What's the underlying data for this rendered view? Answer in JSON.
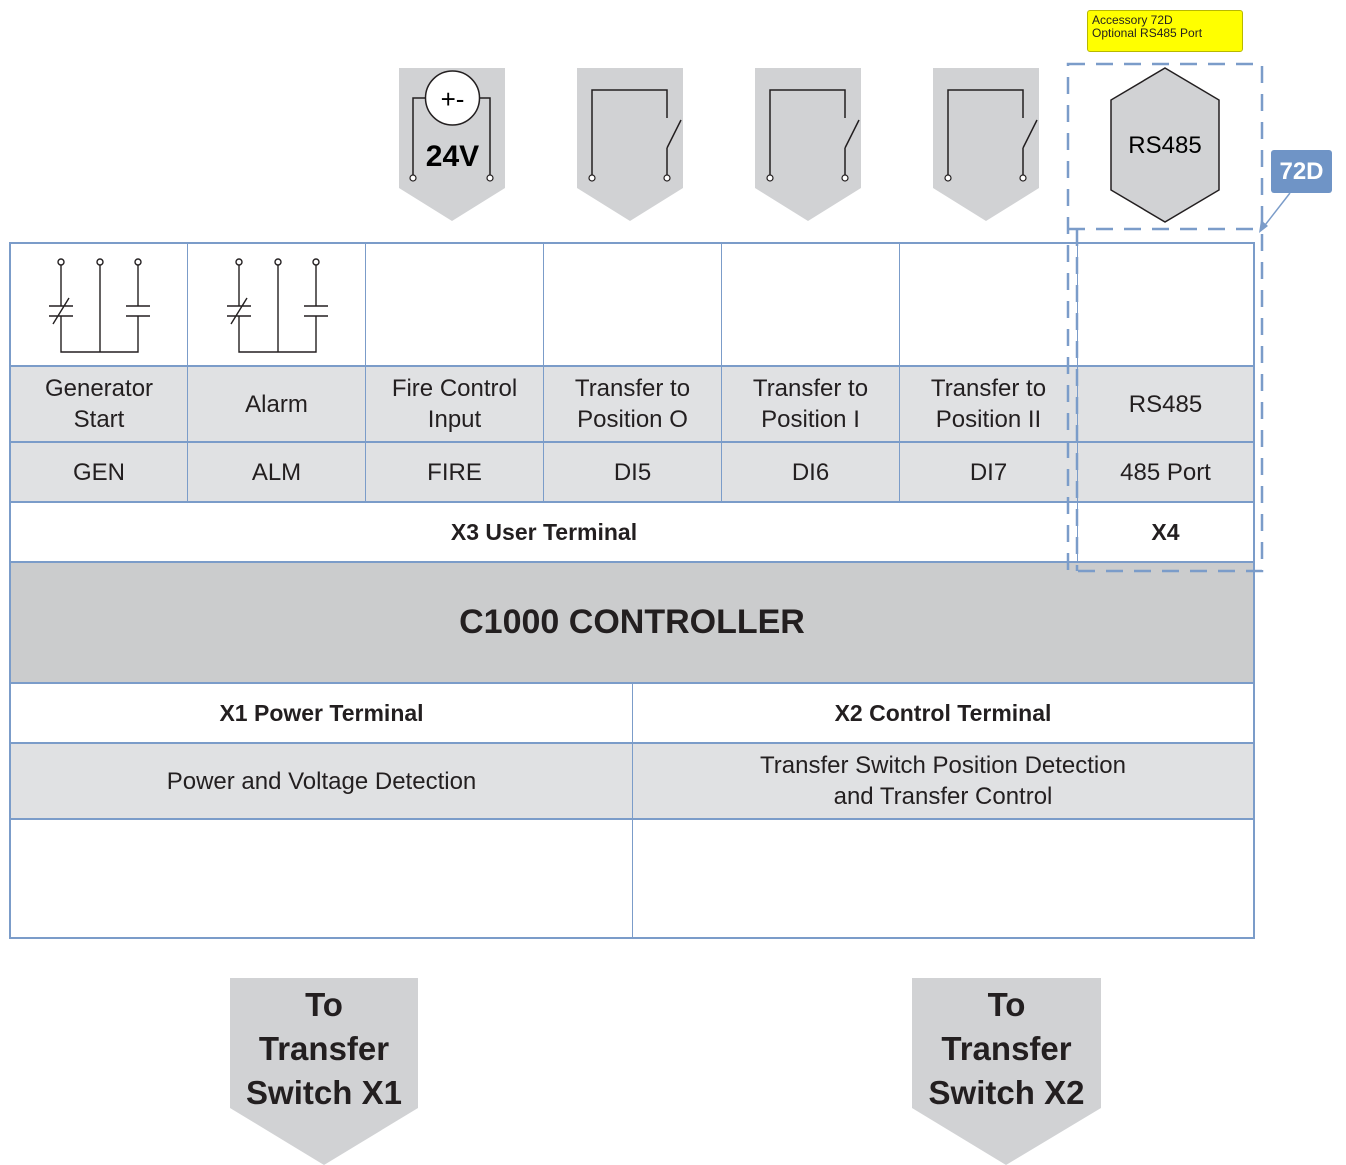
{
  "accessory_note": {
    "line1": "Accessory 72D",
    "line2": "Optional RS485 Port"
  },
  "badge": "72D",
  "top_devices": [
    {
      "id": "power-24v",
      "symbol": "+-",
      "label": "24V"
    },
    {
      "id": "switch-di5"
    },
    {
      "id": "switch-di6"
    },
    {
      "id": "switch-di7"
    }
  ],
  "rs485_module": {
    "label": "RS485"
  },
  "x3": {
    "columns": [
      {
        "function": "Generator Start",
        "function_lines": [
          "Generator",
          "Start"
        ],
        "code": "GEN",
        "symbol": "relay-contact"
      },
      {
        "function": "Alarm",
        "function_lines": [
          "Alarm"
        ],
        "code": "ALM",
        "symbol": "relay-contact"
      },
      {
        "function": "Fire Control Input",
        "function_lines": [
          "Fire Control",
          "Input"
        ],
        "code": "FIRE"
      },
      {
        "function": "Transfer to Position O",
        "function_lines": [
          "Transfer to",
          "Position O"
        ],
        "code": "DI5"
      },
      {
        "function": "Transfer to Position I",
        "function_lines": [
          "Transfer to",
          "Position I"
        ],
        "code": "DI6"
      },
      {
        "function": "Transfer to Position II",
        "function_lines": [
          "Transfer to",
          "Position II"
        ],
        "code": "DI7"
      }
    ],
    "title": "X3 User Terminal"
  },
  "x4": {
    "function": "RS485",
    "code": "485 Port",
    "title": "X4"
  },
  "controller": {
    "title": "C1000 CONTROLLER"
  },
  "x1": {
    "title": "X1 Power Terminal",
    "description": "Power and Voltage Detection"
  },
  "x2": {
    "title": "X2 Control Terminal",
    "description_lines": [
      "Transfer Switch Position Detection",
      "and Transfer Control"
    ]
  },
  "outputs": [
    {
      "id": "x1",
      "lines": [
        "To",
        "Transfer",
        "Switch X1"
      ]
    },
    {
      "id": "x2",
      "lines": [
        "To",
        "Transfer",
        "Switch X2"
      ]
    }
  ],
  "colors": {
    "line": "#7b9cc9",
    "grey_cell": "#e0e1e3",
    "controller_band": "#cbcccd",
    "arrow": "#d1d2d4",
    "note": "#ffff00",
    "badge": "#6f94c6"
  }
}
